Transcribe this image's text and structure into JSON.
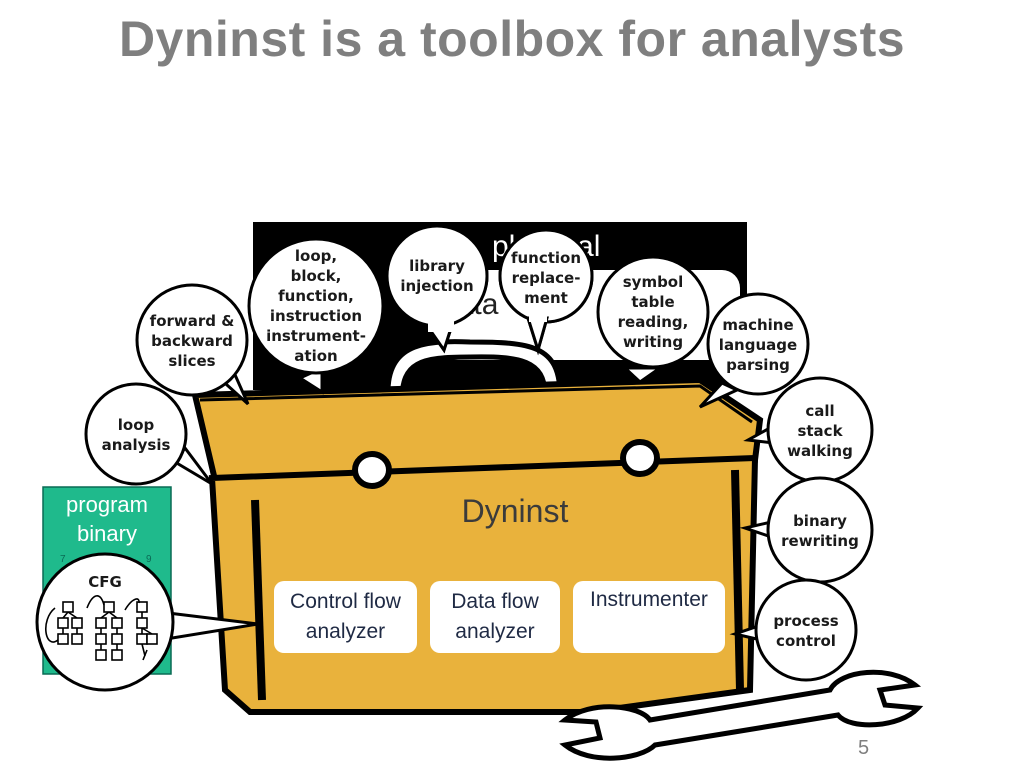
{
  "title": "Dyninst is a toolbox for analysts",
  "page_number": "5",
  "backdrop": {
    "text_top": "physical",
    "text_bottom": "data"
  },
  "toolbox": {
    "label": "Dyninst",
    "modules": [
      {
        "line1": "Control flow",
        "line2": "analyzer"
      },
      {
        "line1": "Data flow",
        "line2": "analyzer"
      },
      {
        "line1": "Instrumenter",
        "line2": ""
      }
    ]
  },
  "binary_panel": {
    "line1": "program",
    "line2": "binary",
    "tick_left": "7",
    "tick_right": "9"
  },
  "cfg_bubble": {
    "label": "CFG"
  },
  "capabilities": [
    {
      "lines": [
        "forward &",
        "backward",
        "slices"
      ]
    },
    {
      "lines": [
        "loop,",
        "block,",
        "function,",
        "instruction",
        "instrument-",
        "ation"
      ]
    },
    {
      "lines": [
        "library",
        "injection"
      ]
    },
    {
      "lines": [
        "function",
        "replace-",
        "ment"
      ]
    },
    {
      "lines": [
        "symbol",
        "table",
        "reading,",
        "writing"
      ]
    },
    {
      "lines": [
        "machine",
        "language",
        "parsing"
      ]
    },
    {
      "lines": [
        "loop",
        "analysis"
      ]
    },
    {
      "lines": [
        "call",
        "stack",
        "walking"
      ]
    },
    {
      "lines": [
        "binary",
        "rewriting"
      ]
    },
    {
      "lines": [
        "process",
        "control"
      ]
    }
  ],
  "colors": {
    "box": "#e9b23c",
    "box_dark": "#c8912a",
    "panel": "#1fba8c",
    "title": "#7f7f7f"
  }
}
